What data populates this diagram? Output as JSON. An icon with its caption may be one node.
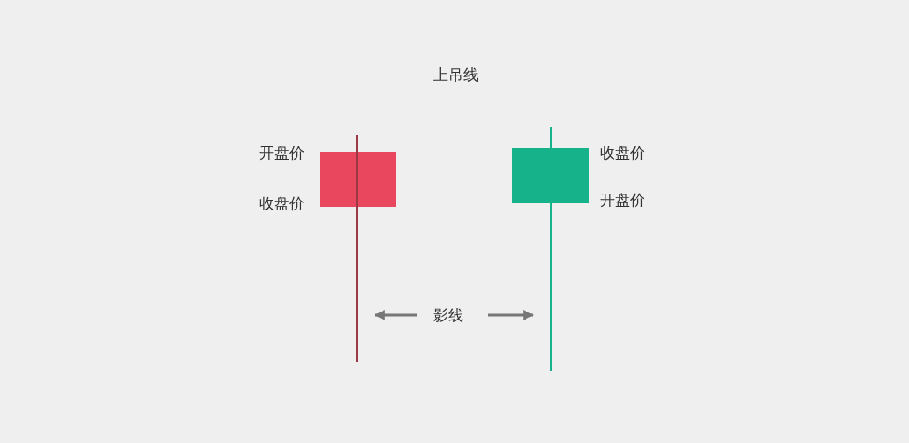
{
  "diagram": {
    "title": "上吊线",
    "nodes": [
      {
        "text": [],
        "shape": "box",
        "beside": [
          "开盘价",
          "收盘价"
        ]
      },
      {
        "text": [],
        "shape": "box",
        "beside": [
          "收盘价",
          "开盘价"
        ]
      },
      {
        "text": [],
        "shape": "line"
      },
      {
        "text": [
          "影线"
        ]
      },
      {
        "text": [],
        "shape": "line"
      }
    ],
    "edges": [
      {
        "from": 3,
        "to": 2,
        "arrow": "to"
      },
      {
        "from": 3,
        "to": 4,
        "arrow": "to"
      }
    ]
  }
}
